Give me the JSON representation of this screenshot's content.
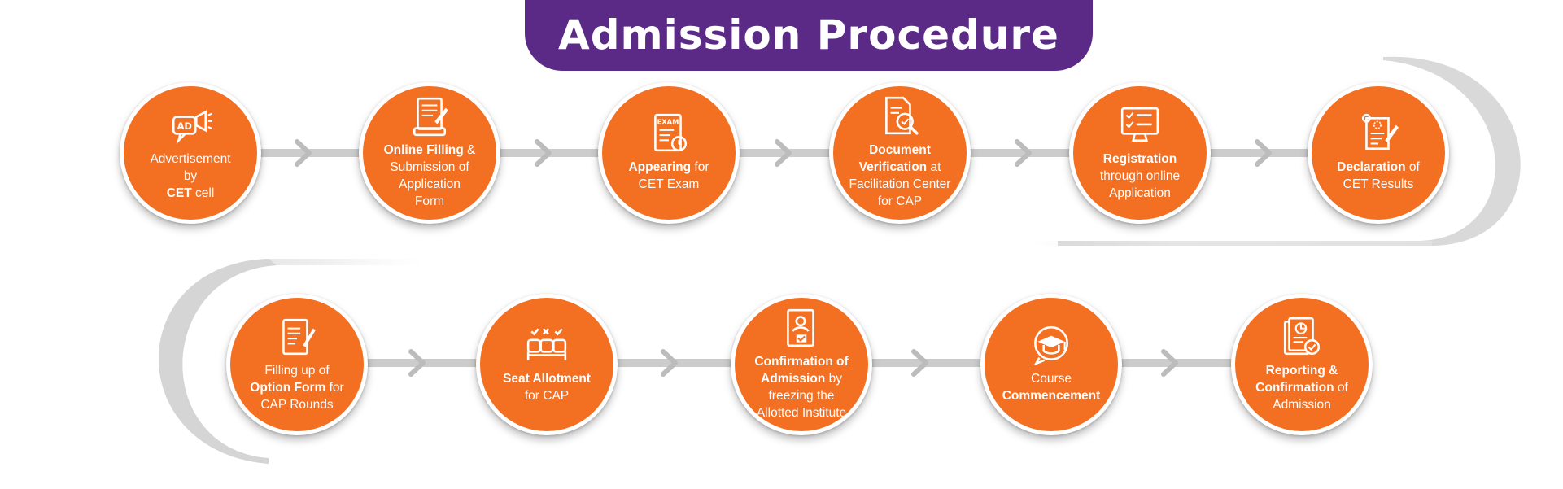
{
  "title": "Admission Procedure",
  "colors": {
    "banner": "#5b2a86",
    "circle": "#f36f21",
    "track": "#c9c9c9",
    "text": "#ffffff"
  },
  "steps": [
    {
      "icon": "advertisement-megaphone-icon",
      "text": "Advertisement by CET cell",
      "parts": [
        {
          "t": "Advertisement"
        },
        {
          "br": true
        },
        {
          "t": "by"
        },
        {
          "br": true
        },
        {
          "t": "CET",
          "b": true
        },
        {
          "t": " cell"
        }
      ]
    },
    {
      "icon": "online-form-icon",
      "text": "Online Filling & Submission of Application Form",
      "parts": [
        {
          "t": "Online Filling",
          "b": true
        },
        {
          "t": " &"
        },
        {
          "br": true
        },
        {
          "t": "Submission of"
        },
        {
          "br": true
        },
        {
          "t": "Application"
        },
        {
          "br": true
        },
        {
          "t": "Form"
        }
      ]
    },
    {
      "icon": "exam-paper-icon",
      "text": "Appearing for CET Exam",
      "parts": [
        {
          "t": "Appearing",
          "b": true
        },
        {
          "t": " for"
        },
        {
          "br": true
        },
        {
          "t": "CET Exam"
        }
      ]
    },
    {
      "icon": "document-search-icon",
      "text": "Document Verification at Facilitation Center for CAP",
      "parts": [
        {
          "t": "Document",
          "b": true
        },
        {
          "br": true
        },
        {
          "t": "Verification",
          "b": true
        },
        {
          "t": " at"
        },
        {
          "br": true
        },
        {
          "t": "Facilitation Center"
        },
        {
          "br": true
        },
        {
          "t": "for CAP"
        }
      ]
    },
    {
      "icon": "computer-registration-icon",
      "text": "Registration through online Application",
      "parts": [
        {
          "t": "Registration",
          "b": true
        },
        {
          "br": true
        },
        {
          "t": "through online"
        },
        {
          "br": true
        },
        {
          "t": "Application"
        }
      ]
    },
    {
      "icon": "result-scroll-icon",
      "text": "Declaration of CET Results",
      "parts": [
        {
          "t": "Declaration",
          "b": true
        },
        {
          "t": " of"
        },
        {
          "br": true
        },
        {
          "t": "CET Results"
        }
      ]
    },
    {
      "icon": "option-form-icon",
      "text": "Filling up of Option Form for CAP Rounds",
      "parts": [
        {
          "t": "Filling up of"
        },
        {
          "br": true
        },
        {
          "t": "Option Form",
          "b": true
        },
        {
          "t": " for"
        },
        {
          "br": true
        },
        {
          "t": "CAP Rounds"
        }
      ]
    },
    {
      "icon": "seat-allotment-icon",
      "text": "Seat Allotment for CAP",
      "parts": [
        {
          "t": "Seat Allotment",
          "b": true
        },
        {
          "br": true
        },
        {
          "t": "for CAP"
        }
      ]
    },
    {
      "icon": "confirmation-id-icon",
      "text": "Confirmation of Admission by freezing the Allotted Institute",
      "parts": [
        {
          "t": "Confirmation of",
          "b": true
        },
        {
          "br": true
        },
        {
          "t": "Admission",
          "b": true
        },
        {
          "t": " by"
        },
        {
          "br": true
        },
        {
          "t": "freezing the"
        },
        {
          "br": true
        },
        {
          "t": "Allotted Institute"
        }
      ]
    },
    {
      "icon": "graduation-cap-icon",
      "text": "Course Commencement",
      "parts": [
        {
          "t": "Course"
        },
        {
          "br": true
        },
        {
          "t": "Commencement",
          "b": true
        }
      ]
    },
    {
      "icon": "report-document-icon",
      "text": "Reporting & Confirmation of Admission",
      "parts": [
        {
          "t": "Reporting &",
          "b": true
        },
        {
          "br": true
        },
        {
          "t": "Confirmation",
          "b": true
        },
        {
          "t": " of"
        },
        {
          "br": true
        },
        {
          "t": "Admission"
        }
      ]
    }
  ]
}
